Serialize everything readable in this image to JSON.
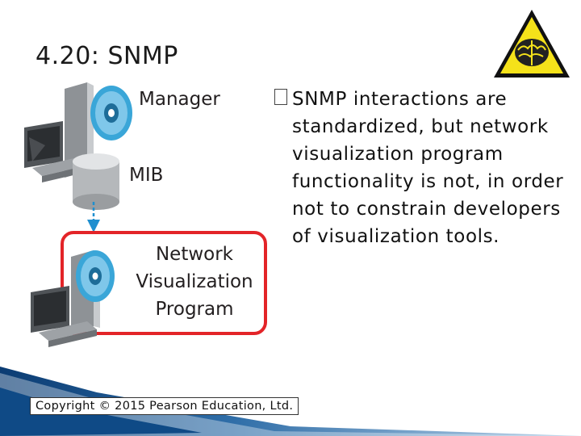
{
  "slide": {
    "title": "4.20: SNMP",
    "bullet": "SNMP interactions are standardized, but network visualization program functionality is not, in order not to constrain developers of visualization tools.",
    "copyright": "Copyright © 2015 Pearson Education, Ltd."
  },
  "diagram": {
    "manager_label": "Manager",
    "mib_label": "MIB",
    "net_label_line1": "Network",
    "net_label_line2": "Visualization",
    "net_label_line3": "Program"
  },
  "icons": {
    "warning": "brain-warning-icon",
    "disc": "cd-disc-icon",
    "computer": "computer-icon",
    "database": "database-icon"
  },
  "colors": {
    "highlight": "#e32428",
    "disc": "#3aa6d8",
    "arrow": "#1f8fcf",
    "warn_yellow": "#f5e21a"
  }
}
